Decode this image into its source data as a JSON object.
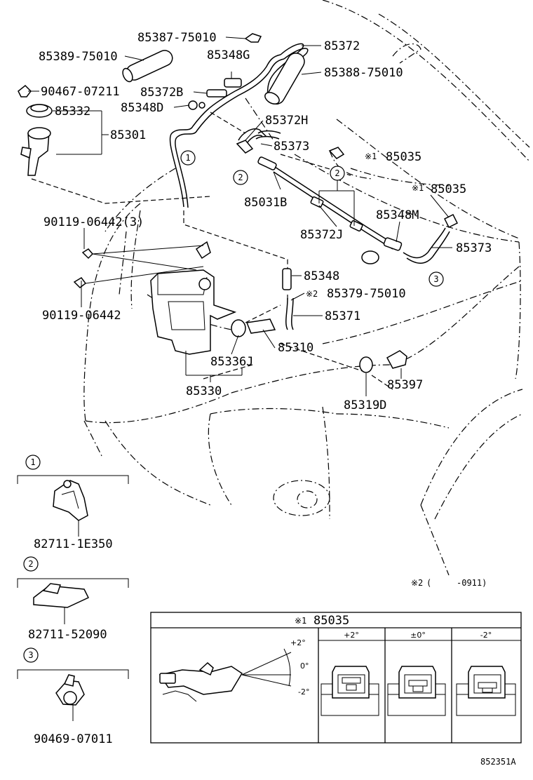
{
  "callouts": {
    "p85387": "85387-75010",
    "p85389": "85389-75010",
    "p85348G": "85348G",
    "p85372": "85372",
    "p85388": "85388-75010",
    "p90467": "90467-07211",
    "p85372B": "85372B",
    "p85332": "85332",
    "p85348D": "85348D",
    "p85301": "85301",
    "p85372H": "85372H",
    "p85373a": "85373",
    "p85035a": "85035",
    "p85035b": "85035",
    "p85031B": "85031B",
    "p85348M": "85348M",
    "p85372J": "85372J",
    "p85373b": "85373",
    "p90119a": "90119-06442(3)",
    "p85348": "85348",
    "p85379": "85379-75010",
    "p85371": "85371",
    "p90119b": "90119-06442",
    "p85310": "85310",
    "p85336J": "85336J",
    "p85397": "85397",
    "p85330": "85330",
    "p85319D": "85319D"
  },
  "markers": {
    "note1": "※1",
    "note2": "※2"
  },
  "circle_numbers": [
    "1",
    "2",
    "3"
  ],
  "clips": [
    {
      "number": "1",
      "part": "82711-1E350"
    },
    {
      "number": "2",
      "part": "82711-52090"
    },
    {
      "number": "3",
      "part": "90469-07011"
    }
  ],
  "footnote": {
    "marker": "※2",
    "paren_open": "(",
    "range": "-0911)"
  },
  "inset": {
    "title_marker": "※1",
    "title": "85035",
    "angles": {
      "up": "+2°",
      "zero": "0°",
      "down": "-2°"
    },
    "columns": [
      "+2°",
      "±0°",
      "-2°"
    ]
  },
  "figure_id": "852351A"
}
